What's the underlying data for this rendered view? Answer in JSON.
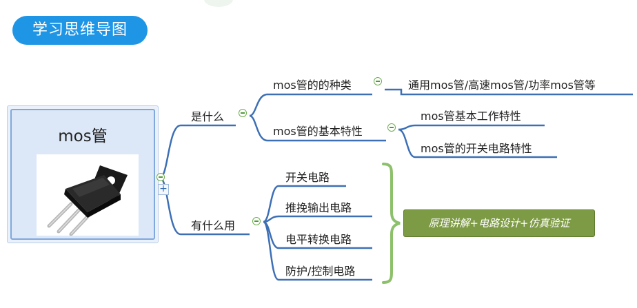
{
  "title": "学习思维导图",
  "root": {
    "label": "mos管"
  },
  "branches": [
    {
      "label": "是什么",
      "children": [
        {
          "label": "mos管的的种类",
          "children": [
            "通用mos管/高速mos管/功率mos管等"
          ]
        },
        {
          "label": "mos管的基本特性",
          "children": [
            "mos管基本工作特性",
            "mos管的开关电路特性"
          ]
        }
      ]
    },
    {
      "label": "有什么用",
      "children": [
        "开关电路",
        "推挽输出电路",
        "电平转换电路",
        "防护/控制电路"
      ],
      "summary": "原理讲解+电路设计+仿真验证"
    }
  ],
  "colors": {
    "title_bg": "#1f95e6",
    "link": "#3d6fb5",
    "collapse_icon": "#6cae4c",
    "brace": "#8dc06b",
    "summary_bg": "#7d9a44"
  }
}
